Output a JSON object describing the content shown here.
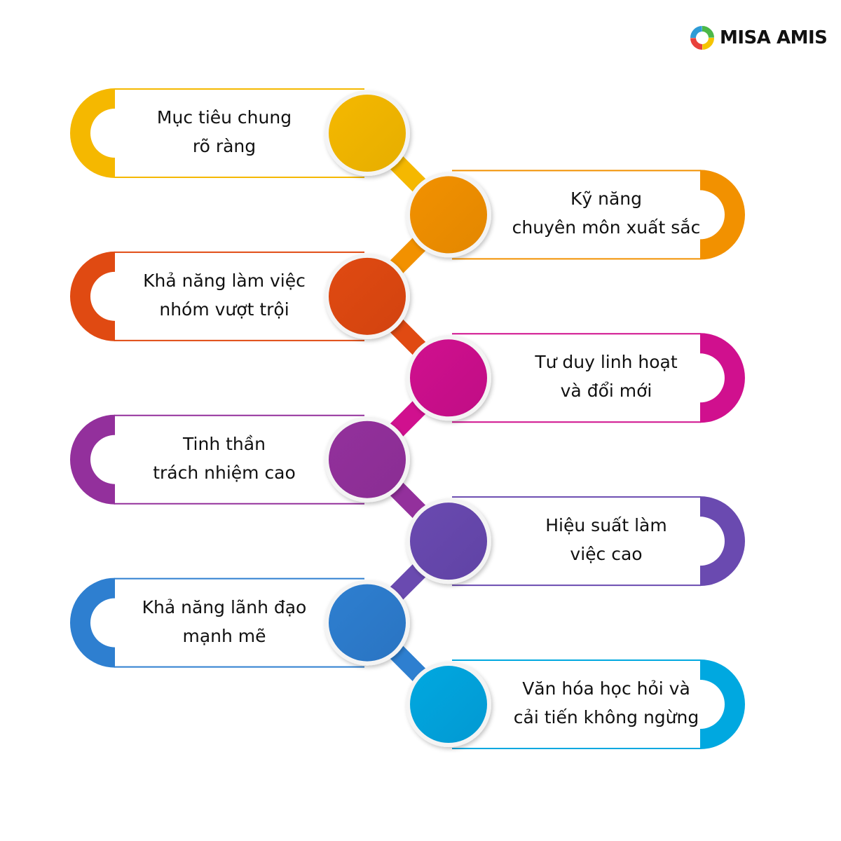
{
  "brand": {
    "name": "MISA AMIS"
  },
  "items": [
    {
      "lines": [
        "Mục tiêu chung",
        "rõ ràng"
      ],
      "color": "#F5B800",
      "circle": "#E6AE00"
    },
    {
      "lines": [
        "Kỹ năng",
        "chuyên môn xuất sắc"
      ],
      "color": "#F29100",
      "circle": "#E38700"
    },
    {
      "lines": [
        "Khả năng làm việc",
        "nhóm vượt trội"
      ],
      "color": "#E04A12",
      "circle": "#D2430F"
    },
    {
      "lines": [
        "Tư duy linh hoạt",
        "và đổi mới"
      ],
      "color": "#D0108E",
      "circle": "#C00D85"
    },
    {
      "lines": [
        "Tinh thần",
        "trách nhiệm cao"
      ],
      "color": "#93309C",
      "circle": "#8A2E93"
    },
    {
      "lines": [
        "Hiệu suất làm",
        "việc cao"
      ],
      "color": "#6A4AB0",
      "circle": "#6043A5"
    },
    {
      "lines": [
        "Khả năng lãnh đạo",
        "mạnh mẽ"
      ],
      "color": "#2E7FD0",
      "circle": "#2A74C2"
    },
    {
      "lines": [
        "Văn hóa học hỏi và",
        "cải tiến không ngừng"
      ],
      "color": "#00A8E0",
      "circle": "#0399D2"
    }
  ]
}
